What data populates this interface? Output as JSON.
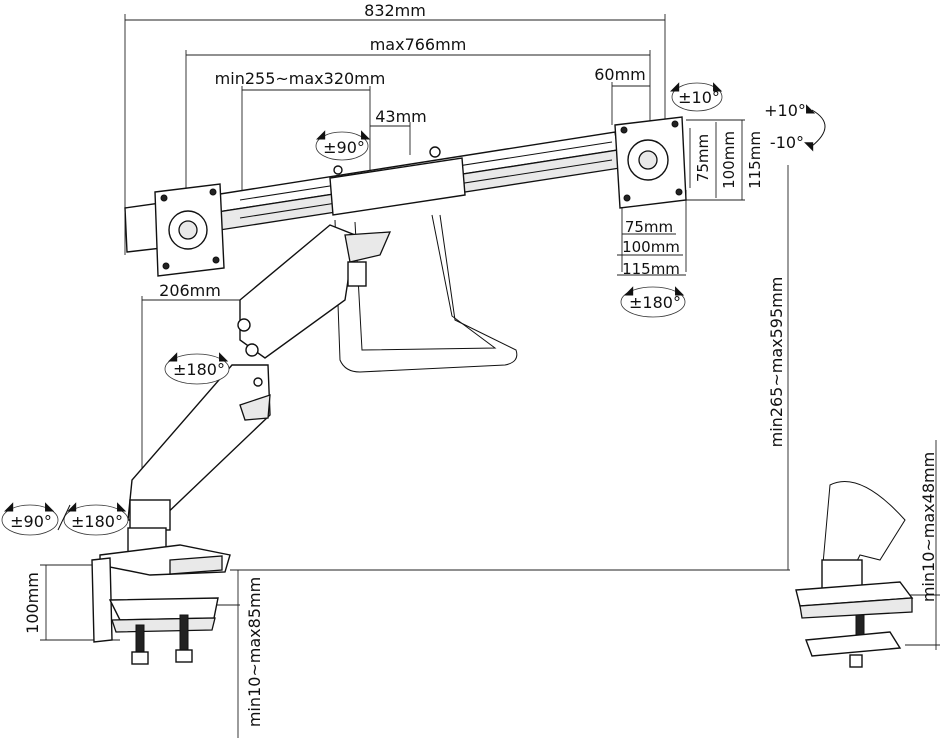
{
  "dimensions": {
    "overall_width": "832mm",
    "arm_span": "max766mm",
    "rail_range": "min255~max320mm",
    "center_block": "43mm",
    "plate_offset": "60mm",
    "vesa_h_75": "75mm",
    "vesa_h_100": "100mm",
    "vesa_h_115": "115mm",
    "vesa_w_75": "75mm",
    "vesa_w_100": "100mm",
    "vesa_w_115": "115mm",
    "arm_offset": "206mm",
    "height_range": "min265~max595mm",
    "clamp_height": "100mm",
    "clamp_range": "min10~max85mm",
    "grommet_range": "min10~max48mm"
  },
  "rotations": {
    "plate_rotate": "±10°",
    "tilt_up": "+10°",
    "tilt_down": "-10°",
    "rail_rotate": "±90°",
    "plate_swivel": "±180°",
    "elbow_swivel": "±180°",
    "base_tilt": "±90°",
    "base_swivel": "±180°"
  },
  "icons": {
    "rotation_arrow": "rotation-arc-icon"
  }
}
